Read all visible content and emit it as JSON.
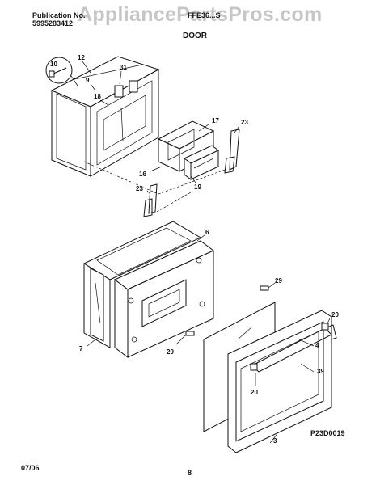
{
  "header": {
    "publication_label": "Publication No.",
    "publication_number": "5995283412",
    "model": "FFE36...S",
    "section_title": "DOOR"
  },
  "watermark": "AppliancePartsPros.com",
  "callouts": {
    "c10": "10",
    "c12": "12",
    "c9": "9",
    "c31": "31",
    "c18": "18",
    "c17": "17",
    "c23a": "23",
    "c16": "16",
    "c19": "19",
    "c23b": "23",
    "c6": "6",
    "c29a": "29",
    "c20a": "20",
    "c4": "4",
    "c7": "7",
    "c29b": "29",
    "c39": "39",
    "c20b": "20",
    "c3": "3"
  },
  "drawing_code": "P23D0019",
  "footer": {
    "date": "07/06",
    "page": "8"
  }
}
